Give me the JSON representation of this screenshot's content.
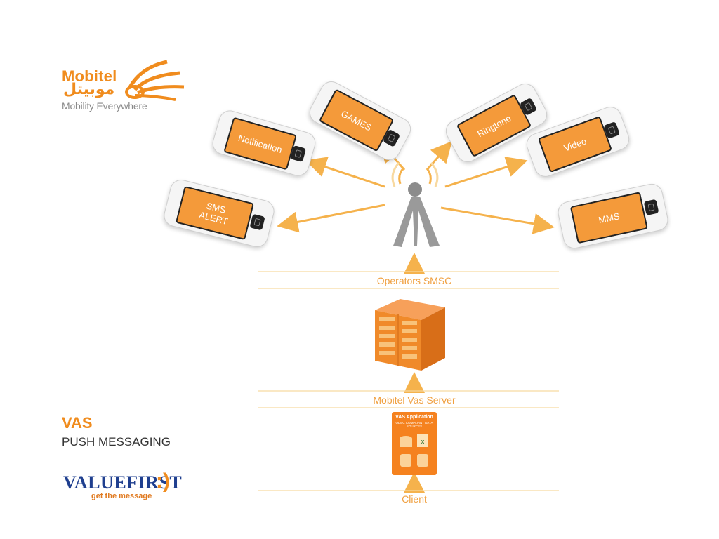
{
  "logo": {
    "word": "Mobitel",
    "arabic": "موبيتل",
    "tagline": "Mobility Everywhere"
  },
  "phones": [
    {
      "id": "notification",
      "label": "Notification"
    },
    {
      "id": "games",
      "label": "GAMES"
    },
    {
      "id": "ringtone",
      "label": "Ringtone"
    },
    {
      "id": "video",
      "label": "Video"
    },
    {
      "id": "sms-alert",
      "label": "SMS\nALERT"
    },
    {
      "id": "mms",
      "label": "MMS"
    }
  ],
  "levels": {
    "smsc": "Operators SMSC",
    "server": "Mobitel Vas Server",
    "client": "Client"
  },
  "vas_app": {
    "title": "VAS Application",
    "subtitle": "ODBC COMPLIANT DATA SOURCES"
  },
  "heading": {
    "title": "VAS",
    "subtitle": "PUSH MESSAGING"
  },
  "valuefirst": {
    "brand": "VALUEFIRST",
    "smile": ":)",
    "tagline": "get the message"
  },
  "colors": {
    "accent": "#f08c1e",
    "arrow": "#f5b24c",
    "line": "#f8d9a0",
    "brand_blue": "#1f3f8f"
  }
}
